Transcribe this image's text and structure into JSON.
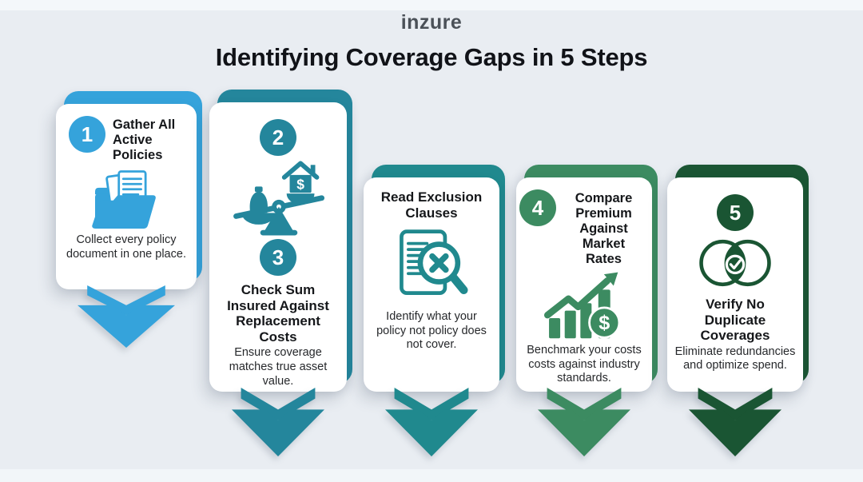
{
  "colors": {
    "background": "#E9EDF2",
    "strip": "#F4F7FA",
    "brand_text": "#4B5158",
    "title_text": "#111318"
  },
  "header": {
    "brand": "inzure",
    "title": "Identifying Coverage Gaps in 5 Steps"
  },
  "steps": [
    {
      "number": "1",
      "title": "Gather All Active Policies",
      "description": "Collect every policy document in one place.",
      "icon": "folder-documents-icon",
      "color": "#35A3DB"
    },
    {
      "number": "2",
      "secondary_number": "3",
      "title": "Check Sum Insured Against Replacement Costs",
      "description": "Ensure coverage matches true asset value.",
      "icon": "balance-scale-house-icon",
      "currency_symbol": "$",
      "color": "#24869C"
    },
    {
      "title": "Read Exclusion Clauses",
      "description": "Identify what your policy not policy does not cover.",
      "icon": "document-magnifier-x-icon",
      "color": "#20898E"
    },
    {
      "number": "4",
      "title": "Compare Premium Against Market Rates",
      "description": "Benchmark your costs costs against industry standards.",
      "icon": "growth-chart-dollar-icon",
      "currency_symbol": "$",
      "color": "#3C8B61"
    },
    {
      "number": "5",
      "title": "Verify No Duplicate Coverages",
      "description": "Eliminate redundancies and optimize spend.",
      "icon": "venn-check-icon",
      "color": "#1A5533"
    }
  ]
}
